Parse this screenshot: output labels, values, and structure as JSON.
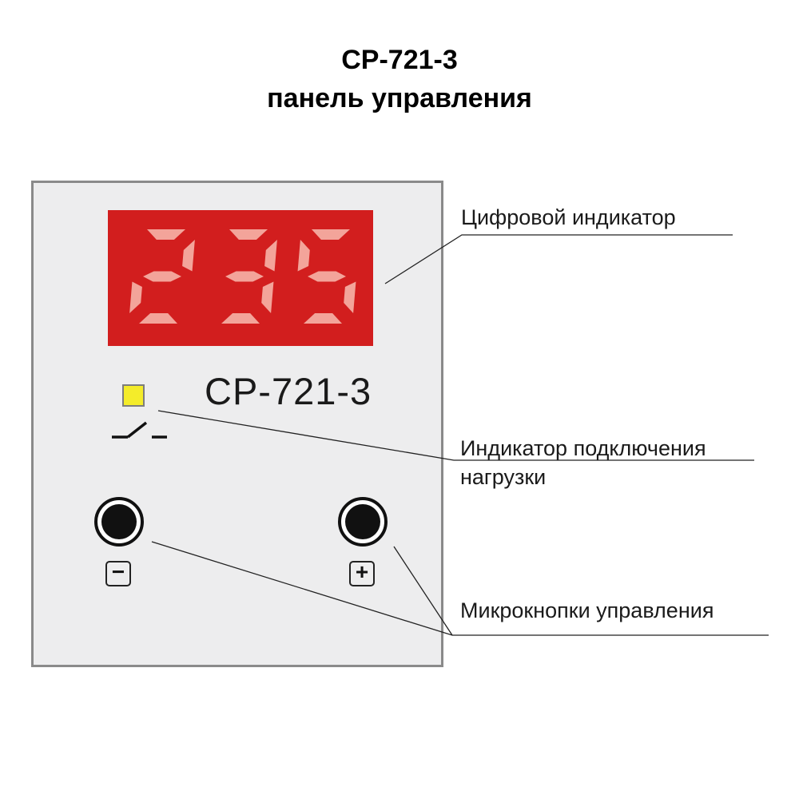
{
  "title": {
    "line1": "СР-721-3",
    "line2": "панель управления"
  },
  "device": {
    "display_value": "235",
    "model": "СР-721-3",
    "minus_symbol": "−",
    "plus_symbol": "+"
  },
  "labels": {
    "digital_indicator": "Цифровой индикатор",
    "load_indicator_line1": "Индикатор подключения",
    "load_indicator_line2": "нагрузки",
    "micro_buttons": "Микрокнопки управления"
  },
  "colors": {
    "display_background": "#d21e1e",
    "segment_on": "#f3a49a",
    "led": "#f4ec2a",
    "panel": "#ededee"
  },
  "icons": [
    "switch-symbol-icon",
    "minus-icon",
    "plus-icon"
  ]
}
